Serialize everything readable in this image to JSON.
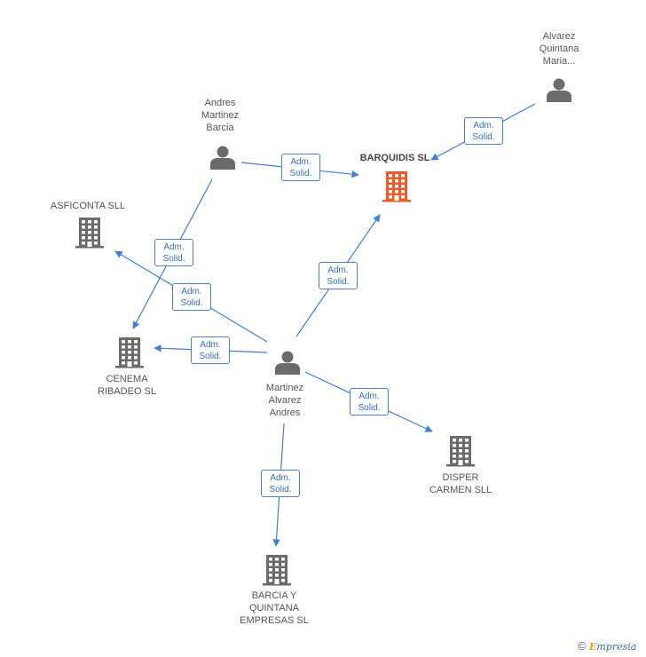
{
  "nodes": {
    "alvarez": {
      "lines": [
        "Alvarez",
        "Quintana",
        "Maria..."
      ]
    },
    "andres": {
      "lines": [
        "Andres",
        "Martinez",
        "Barcia"
      ]
    },
    "barquidis": {
      "lines": [
        "BARQUIDIS SL"
      ]
    },
    "asficonta": {
      "lines": [
        "ASFICONTA SLL"
      ]
    },
    "cenema": {
      "lines": [
        "CENEMA",
        "RIBADEO SL"
      ]
    },
    "martinez": {
      "lines": [
        "Martinez",
        "Alvarez",
        "Andres"
      ]
    },
    "disper": {
      "lines": [
        "DISPER",
        "CARMEN SLL"
      ]
    },
    "barcia_q": {
      "lines": [
        "BARCIA Y",
        "QUINTANA",
        "EMPRESAS SL"
      ]
    }
  },
  "edges": [
    {
      "from": "alvarez",
      "to": "barquidis",
      "label": [
        "Adm.",
        "Solid."
      ]
    },
    {
      "from": "andres",
      "to": "barquidis",
      "label": [
        "Adm.",
        "Solid."
      ]
    },
    {
      "from": "andres",
      "to": "cenema",
      "label": [
        "Adm.",
        "Solid."
      ]
    },
    {
      "from": "martinez",
      "to": "asficonta",
      "label": [
        "Adm.",
        "Solid."
      ]
    },
    {
      "from": "martinez",
      "to": "barquidis",
      "label": [
        "Adm.",
        "Solid."
      ]
    },
    {
      "from": "martinez",
      "to": "cenema",
      "label": [
        "Adm.",
        "Solid."
      ]
    },
    {
      "from": "martinez",
      "to": "disper",
      "label": [
        "Adm.",
        "Solid."
      ]
    },
    {
      "from": "martinez",
      "to": "barcia_q",
      "label": [
        "Adm.",
        "Solid."
      ]
    }
  ],
  "colors": {
    "edge": "#3f7fd8",
    "badge_border": "#4a7fc9",
    "badge_text": "#3a6fb8",
    "node_icon": "#6b6b6b",
    "focus_icon": "#f05a28",
    "label": "#555555"
  },
  "footer": {
    "copyright": "©",
    "brand_e": "E",
    "brand_rest": "mpresia"
  }
}
